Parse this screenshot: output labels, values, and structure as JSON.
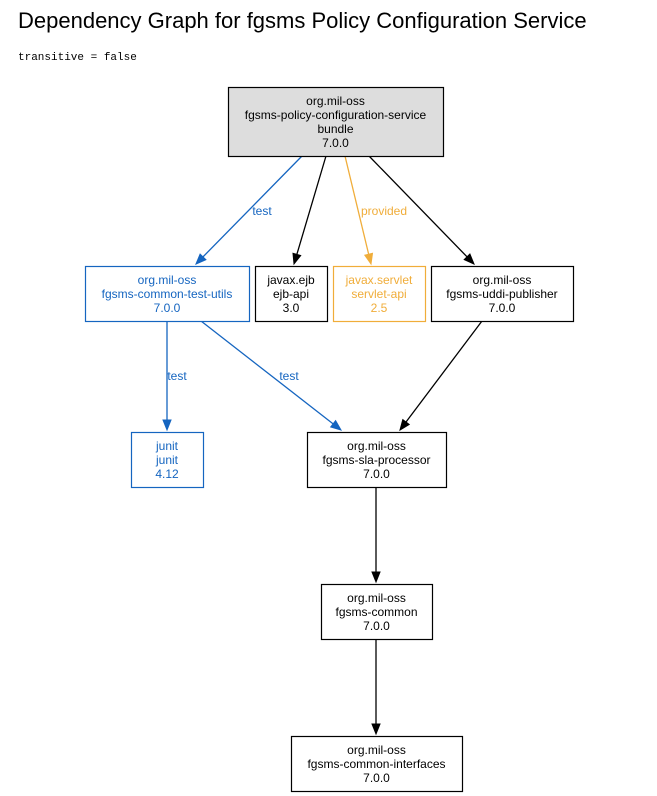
{
  "header": {
    "title": "Dependency Graph for fgsms Policy Configuration Service",
    "subtitle": "transitive = false"
  },
  "colors": {
    "default": "#000000",
    "test": "#1565c0",
    "provided": "#f0ad3a",
    "root_fill": "#dddddd",
    "node_fill": "#ffffff"
  },
  "nodes": [
    {
      "id": "root",
      "lines": [
        "org.mil-oss",
        "fgsms-policy-configuration-service",
        "bundle",
        "7.0.0"
      ],
      "style": "root"
    },
    {
      "id": "test-utils",
      "lines": [
        "org.mil-oss",
        "fgsms-common-test-utils",
        "7.0.0"
      ],
      "style": "test"
    },
    {
      "id": "ejb-api",
      "lines": [
        "javax.ejb",
        "ejb-api",
        "3.0"
      ],
      "style": "default"
    },
    {
      "id": "servlet-api",
      "lines": [
        "javax.servlet",
        "servlet-api",
        "2.5"
      ],
      "style": "provided"
    },
    {
      "id": "uddi-publisher",
      "lines": [
        "org.mil-oss",
        "fgsms-uddi-publisher",
        "7.0.0"
      ],
      "style": "default"
    },
    {
      "id": "junit",
      "lines": [
        "junit",
        "junit",
        "4.12"
      ],
      "style": "test"
    },
    {
      "id": "sla-processor",
      "lines": [
        "org.mil-oss",
        "fgsms-sla-processor",
        "7.0.0"
      ],
      "style": "default"
    },
    {
      "id": "common",
      "lines": [
        "org.mil-oss",
        "fgsms-common",
        "7.0.0"
      ],
      "style": "default"
    },
    {
      "id": "common-interfaces",
      "lines": [
        "org.mil-oss",
        "fgsms-common-interfaces",
        "7.0.0"
      ],
      "style": "default"
    }
  ],
  "edges": [
    {
      "from": "root",
      "to": "test-utils",
      "label": "test",
      "style": "test"
    },
    {
      "from": "root",
      "to": "ejb-api",
      "label": "",
      "style": "default"
    },
    {
      "from": "root",
      "to": "servlet-api",
      "label": "provided",
      "style": "provided"
    },
    {
      "from": "root",
      "to": "uddi-publisher",
      "label": "",
      "style": "default"
    },
    {
      "from": "test-utils",
      "to": "junit",
      "label": "test",
      "style": "test"
    },
    {
      "from": "test-utils",
      "to": "sla-processor",
      "label": "test",
      "style": "test"
    },
    {
      "from": "uddi-publisher",
      "to": "sla-processor",
      "label": "",
      "style": "default"
    },
    {
      "from": "sla-processor",
      "to": "common",
      "label": "",
      "style": "default"
    },
    {
      "from": "common",
      "to": "common-interfaces",
      "label": "",
      "style": "default"
    }
  ]
}
